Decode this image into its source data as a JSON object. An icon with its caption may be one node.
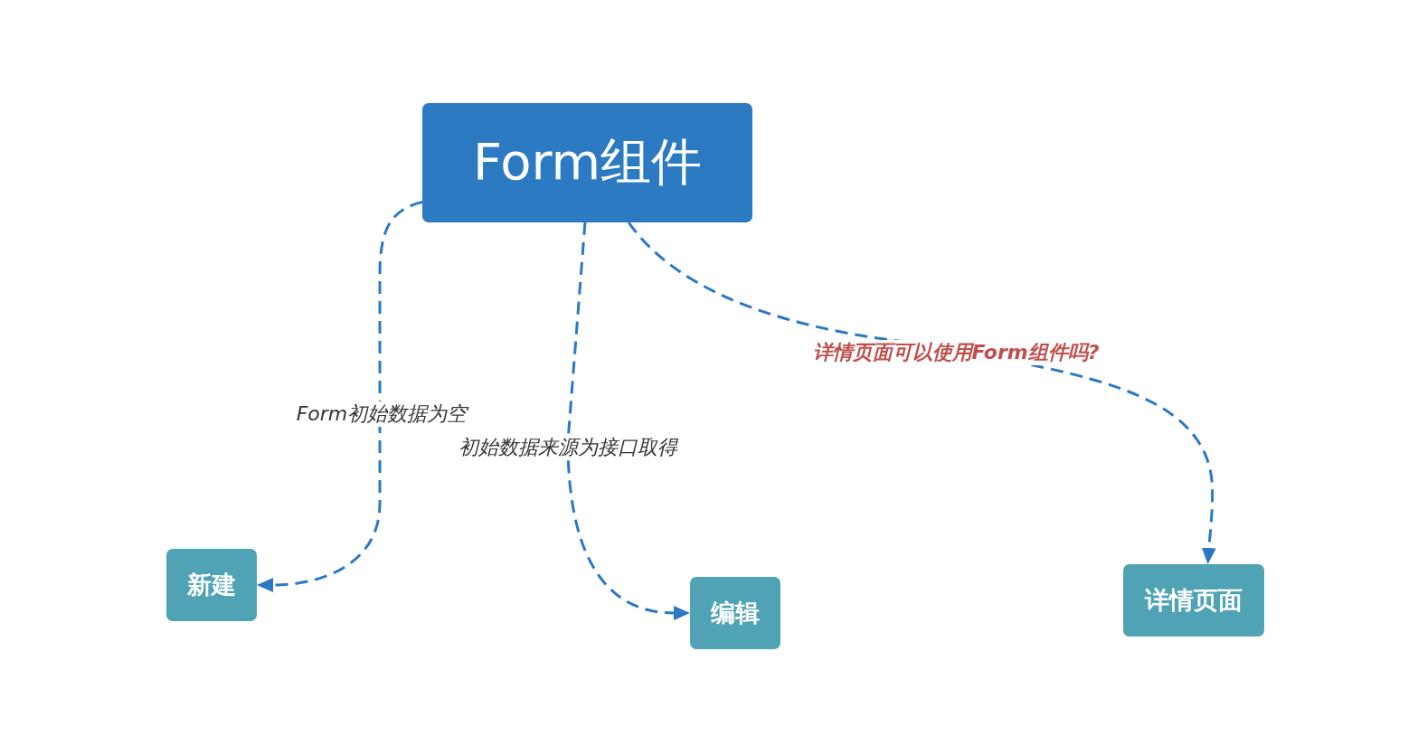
{
  "diagram": {
    "nodes": [
      {
        "text": [
          "Form组件"
        ]
      },
      {
        "text": [
          "新建"
        ]
      },
      {
        "text": [
          "编辑"
        ]
      },
      {
        "text": [
          "详情页面"
        ]
      }
    ],
    "edges": [
      {
        "from": 0,
        "to": 1,
        "arrow": "to",
        "label": "Form初始数据为空",
        "style": "dashed"
      },
      {
        "from": 0,
        "to": 2,
        "arrow": "to",
        "label": "初始数据来源为接口取得",
        "style": "dashed"
      },
      {
        "from": 0,
        "to": 3,
        "arrow": "to",
        "label": "详情页面可以使用Form组件吗?",
        "style": "dashed"
      }
    ]
  }
}
